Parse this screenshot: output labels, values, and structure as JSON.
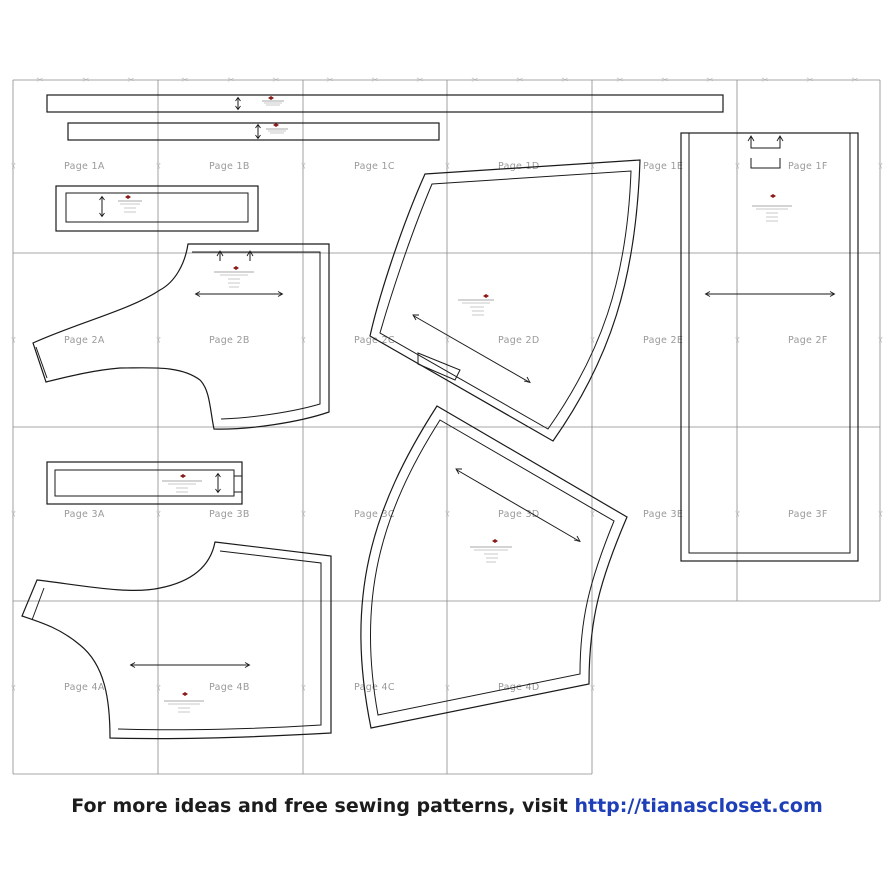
{
  "pages": {
    "row1": [
      "Page 1A",
      "Page 1B",
      "Page 1C",
      "Page 1D",
      "Page 1E",
      "Page 1F"
    ],
    "row2": [
      "Page 2A",
      "Page 2B",
      "Page 2C",
      "Page 2D",
      "Page 2E",
      "Page 2F"
    ],
    "row3": [
      "Page 3A",
      "Page 3B",
      "Page 3C",
      "Page 3D",
      "Page 3E",
      "Page 3F"
    ],
    "row4": [
      "Page 4A",
      "Page 4B",
      "Page 4C",
      "Page 4D"
    ]
  },
  "footer": {
    "text": "For more ideas and free sewing patterns, visit ",
    "link": "http://tianascloset.com"
  },
  "colors": {
    "footer_link": "#1f3fb8",
    "page_label": "#9a9a9a",
    "outline": "#1a1a1a",
    "grid": "#8a8a8a"
  },
  "icons": {
    "scissors": "scissors-icon",
    "grain_arrow": "grainline-arrow-icon",
    "place_on_fold": "fold-bracket-icon"
  }
}
